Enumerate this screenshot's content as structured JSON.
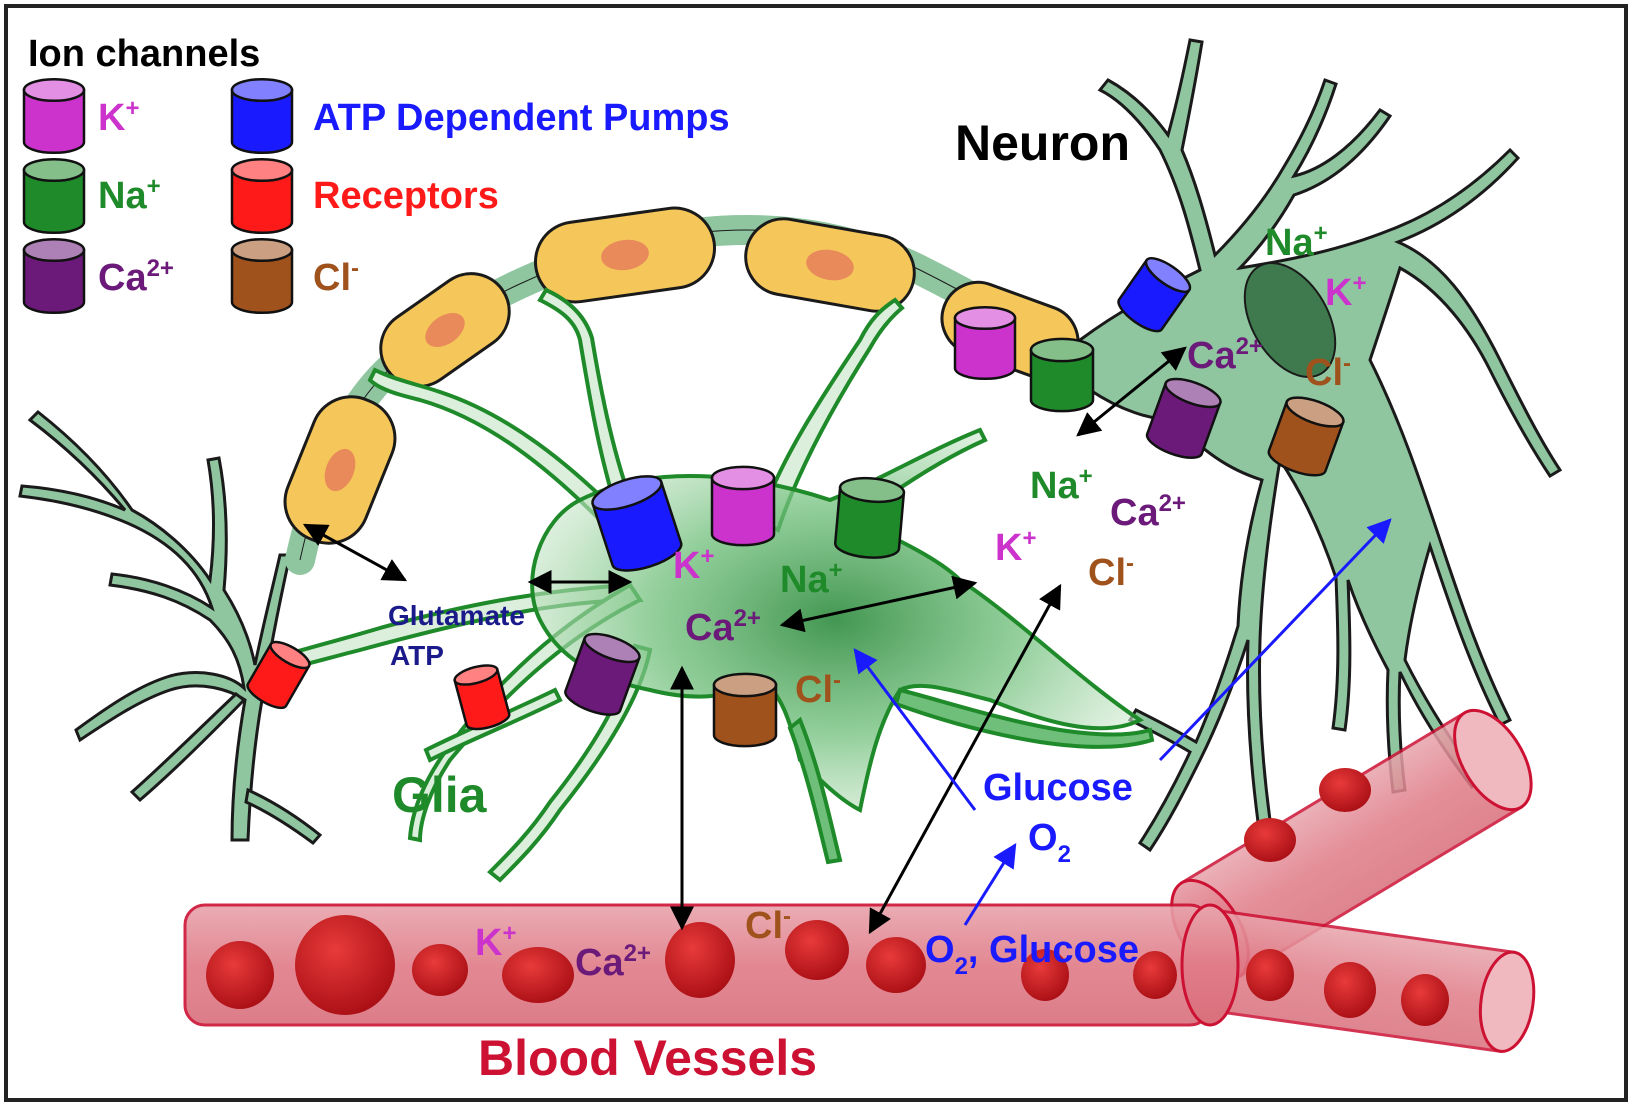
{
  "colors": {
    "potassium": "#cc33cc",
    "sodium": "#1f8a2a",
    "calcium": "#6b1a7a",
    "chloride": "#a0521c",
    "pump": "#1a1aff",
    "receptor": "#ff1a1a",
    "glucose": "#1a1aff",
    "vessel_label": "#cc1133",
    "glia_label": "#1f8a2a",
    "transmitter": "#1a1a8a",
    "neuron_label": "#000000"
  },
  "legend": {
    "title": "Ion channels",
    "items": [
      {
        "id": "k",
        "label": "K",
        "sup": "+",
        "channel": "potassium"
      },
      {
        "id": "na",
        "label": "Na",
        "sup": "+",
        "channel": "sodium"
      },
      {
        "id": "ca",
        "label": "Ca",
        "sup": "2+",
        "channel": "calcium"
      },
      {
        "id": "pump",
        "label": "ATP Dependent Pumps",
        "sup": "",
        "channel": "pump"
      },
      {
        "id": "receptor",
        "label": "Receptors",
        "sup": "",
        "channel": "receptor"
      },
      {
        "id": "cl",
        "label": "Cl",
        "sup": "-",
        "channel": "chloride"
      }
    ]
  },
  "labels": {
    "neuron": "Neuron",
    "glia": "Glia",
    "blood_vessels": "Blood Vessels",
    "glutamate": "Glutamate",
    "atp": "ATP",
    "glucose": "Glucose",
    "o2_base": "O",
    "o2_sub": "2",
    "o2_glucose_base": "O",
    "o2_glucose_sub": "2",
    "o2_glucose_rest": ", Glucose"
  },
  "ions": {
    "k": {
      "base": "K",
      "sup": "+"
    },
    "na": {
      "base": "Na",
      "sup": "+"
    },
    "ca": {
      "base": "Ca",
      "sup": "2+"
    },
    "cl": {
      "base": "Cl",
      "sup": "-"
    }
  }
}
